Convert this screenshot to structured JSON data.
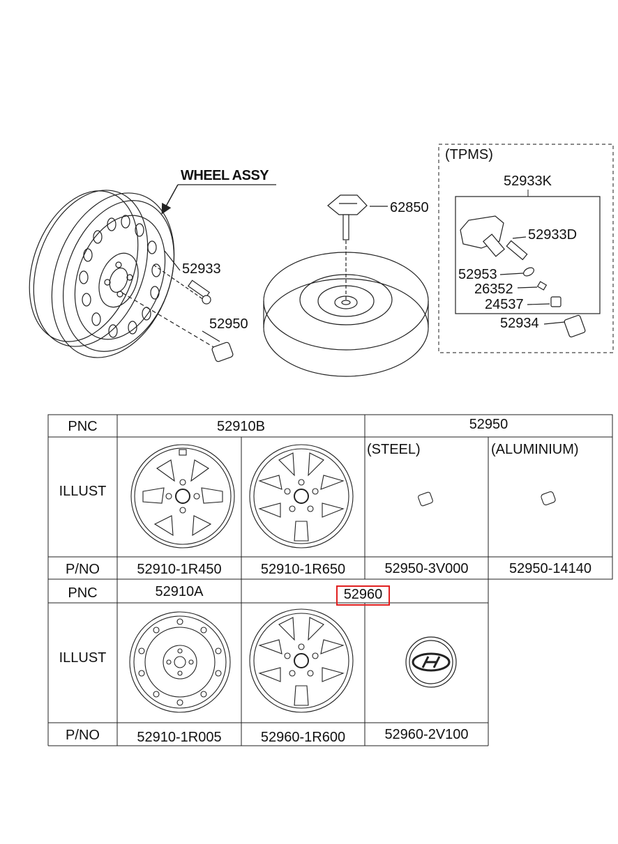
{
  "diagram": {
    "wheel_assy_label": "WHEEL ASSY",
    "tpms_label": "(TPMS)",
    "callouts": {
      "p62850": "62850",
      "p52933": "52933",
      "p52950": "52950",
      "p52933K": "52933K",
      "p52933D": "52933D",
      "p52953": "52953",
      "p26352": "26352",
      "p24537": "24537",
      "p52934": "52934"
    }
  },
  "table": {
    "row_labels": {
      "pnc": "PNC",
      "illust": "ILLUST",
      "pno": "P/NO"
    },
    "top": {
      "pnc_wheel": "52910B",
      "pnc_nut": "52950",
      "steel_label": "(STEEL)",
      "aluminium_label": "(ALUMINIUM)",
      "pno": [
        "52910-1R450",
        "52910-1R650",
        "52950-3V000",
        "52950-14140"
      ]
    },
    "bottom": {
      "pnc_wheel": "52910A",
      "pnc_cap": "52960",
      "pno": [
        "52910-1R005",
        "52960-1R600",
        "52960-2V100"
      ]
    }
  },
  "colors": {
    "line": "#222222",
    "highlight": "#e02020"
  }
}
